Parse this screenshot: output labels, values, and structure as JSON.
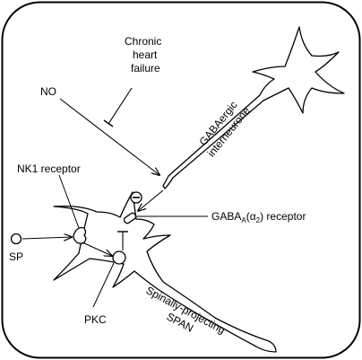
{
  "diagram": {
    "labels": {
      "chronic_hf_line1": "Chronic",
      "chronic_hf_line2": "heart",
      "chronic_hf_line3": "failure",
      "no": "NO",
      "gaba_interneurone_line1": "GABAergic",
      "gaba_interneurone_line2": "interneurone",
      "nk1_receptor": "NK1 receptor",
      "minus_sign": "−",
      "gaba_receptor_main": "GABA",
      "gaba_receptor_sub_a": "A",
      "gaba_receptor_paren_open": "(α",
      "gaba_receptor_sub_2": "2",
      "gaba_receptor_rest": ") receptor",
      "sp": "SP",
      "pkc": "PKC",
      "span_line1": "Spinally-projecting",
      "span_line2": "SPAN"
    },
    "colors": {
      "stroke": "#000000",
      "background": "#ffffff"
    }
  }
}
